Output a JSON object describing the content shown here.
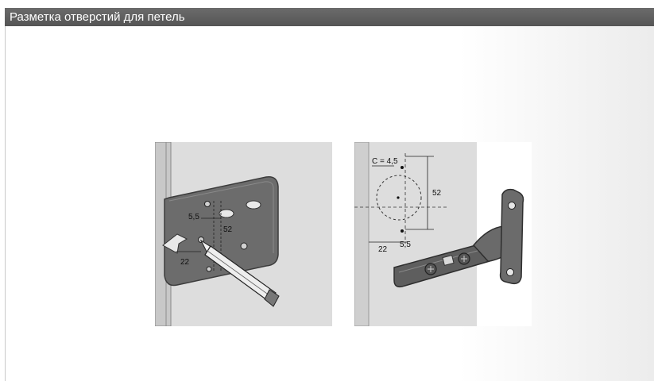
{
  "window": {
    "title": "Разметка отверстий для петель"
  },
  "left_illustration": {
    "dim_offset": "5,5",
    "dim_vertical": "52",
    "dim_horizontal": "22"
  },
  "right_illustration": {
    "dim_cup": "C = 4,5",
    "dim_vertical": "52",
    "dim_horizontal": "22",
    "dim_offset": "5,5"
  }
}
